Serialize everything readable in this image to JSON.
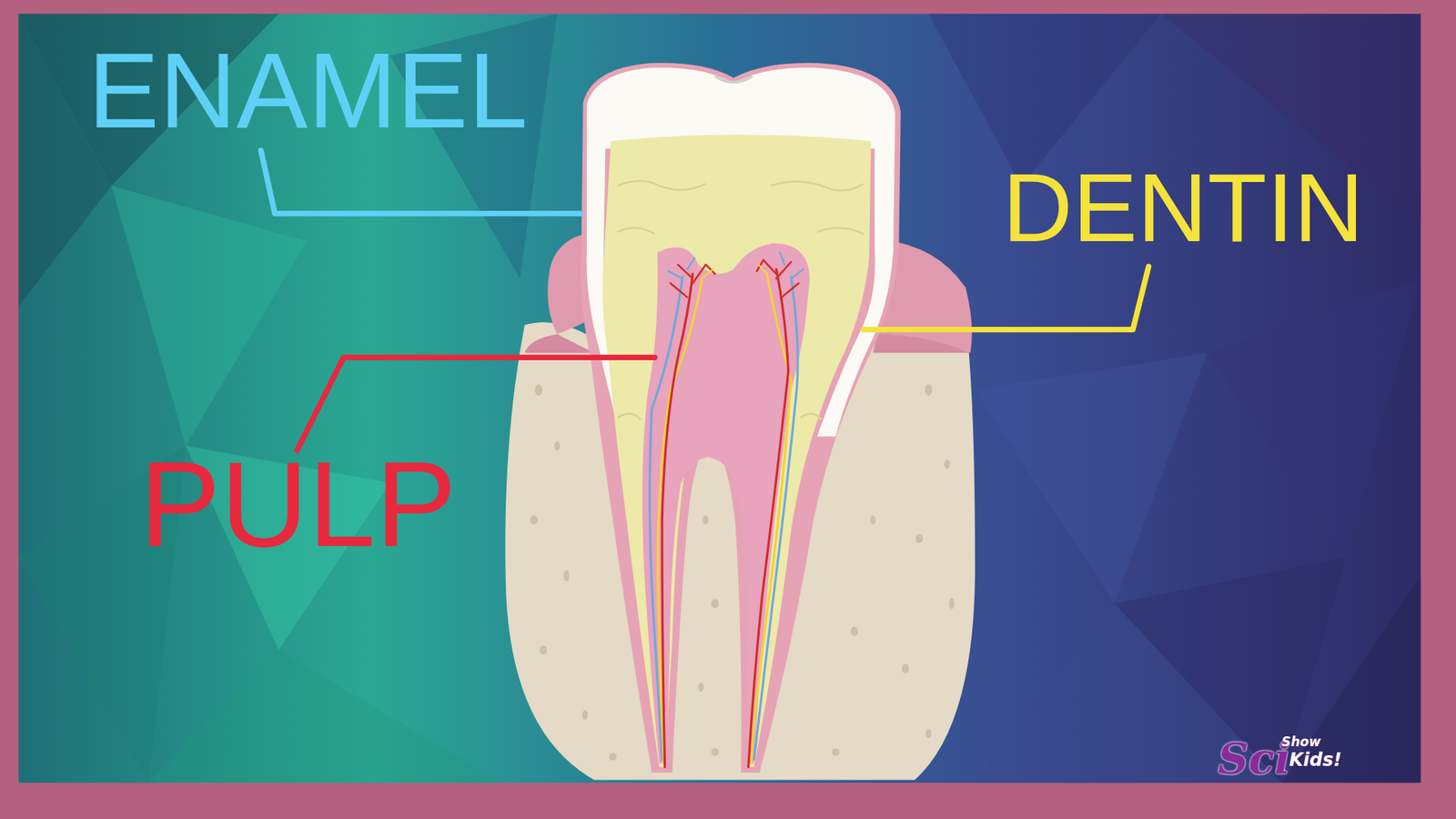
{
  "diagram": {
    "labels": [
      "ENAMEL",
      "DENTIN",
      "PULP",
      "Sci",
      "Show",
      "Kids!"
    ]
  }
}
